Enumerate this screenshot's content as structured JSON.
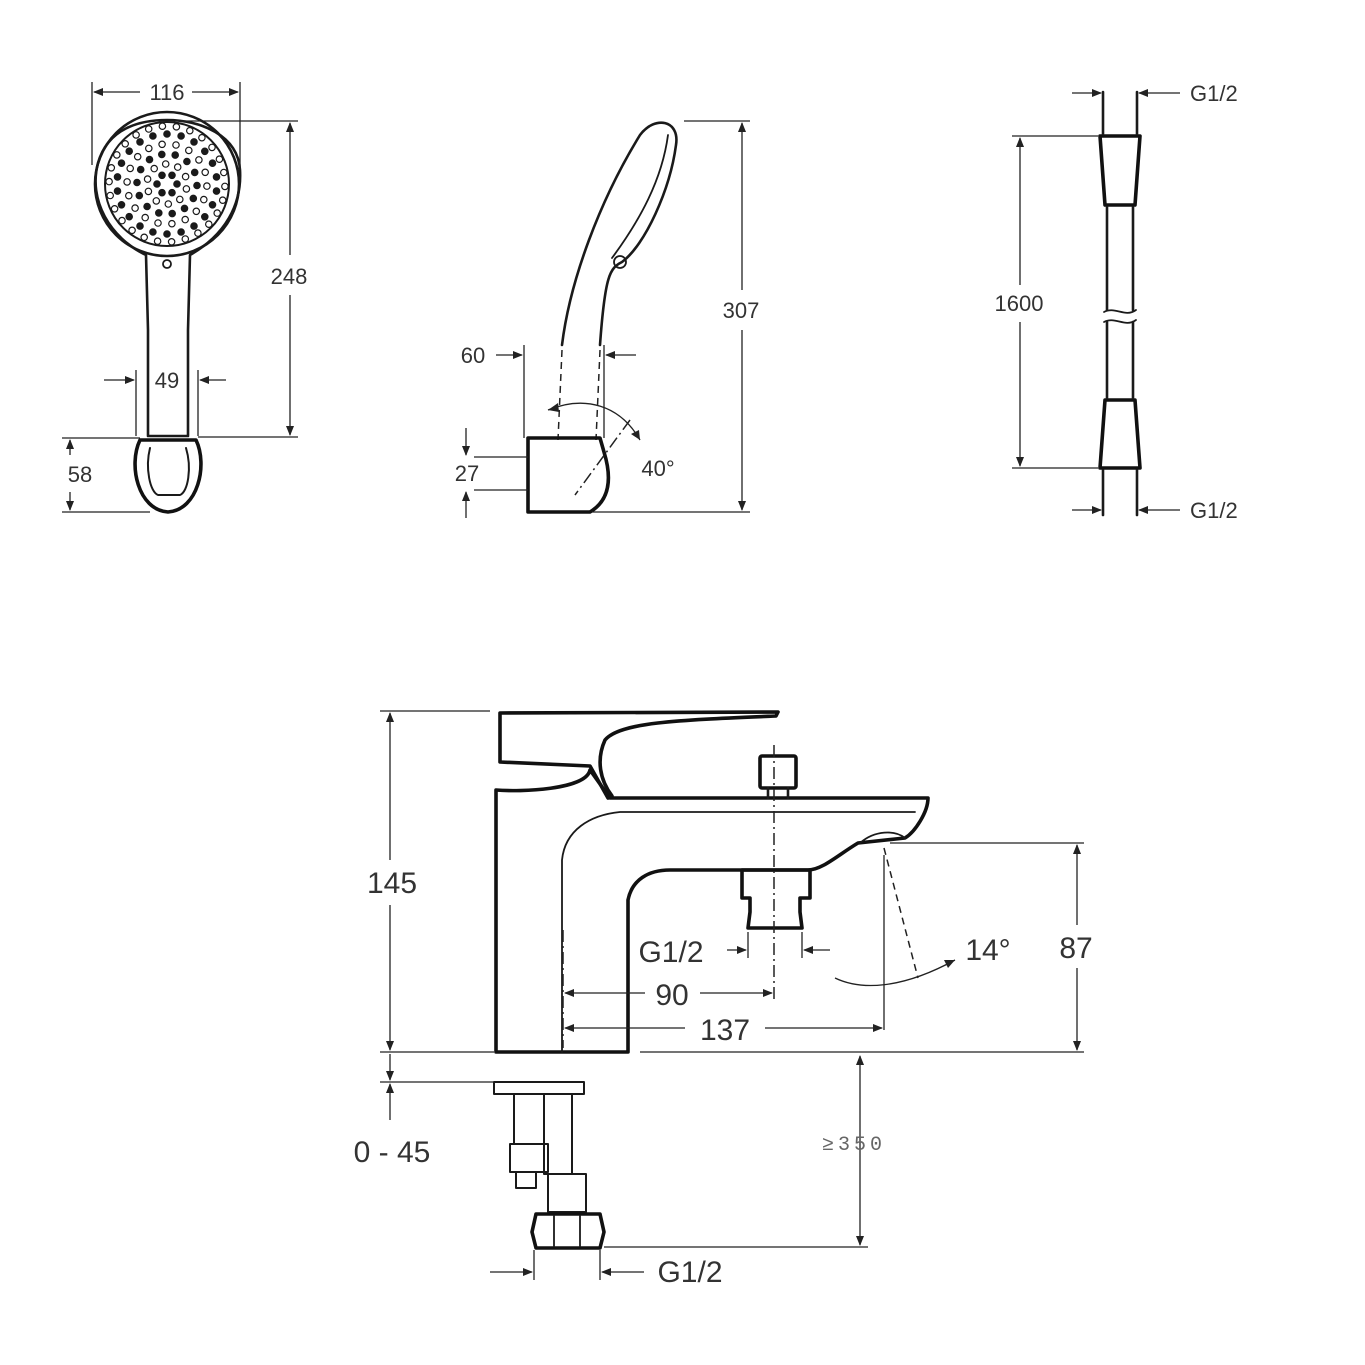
{
  "handshower_front": {
    "width_label": "116",
    "height_label": "248",
    "handle_width_label": "49",
    "holder_height_label": "58"
  },
  "handshower_side": {
    "height_label": "307",
    "holder_width_label": "60",
    "holder_offset_label": "27",
    "tilt_angle_label": "40°"
  },
  "hose": {
    "top_connection_label": "G1/2",
    "length_label": "1600",
    "bottom_connection_label": "G1/2"
  },
  "mixer": {
    "body_height_label": "145",
    "outlet_height_label": "87",
    "deck_range_label": "0 - 45",
    "outlet_connection_label": "G1/2",
    "outlet_offset_label": "90",
    "spout_reach_label": "137",
    "flow_angle_label": "14°",
    "tail_length_label": "≥350",
    "supply_connection_label": "G1/2"
  }
}
